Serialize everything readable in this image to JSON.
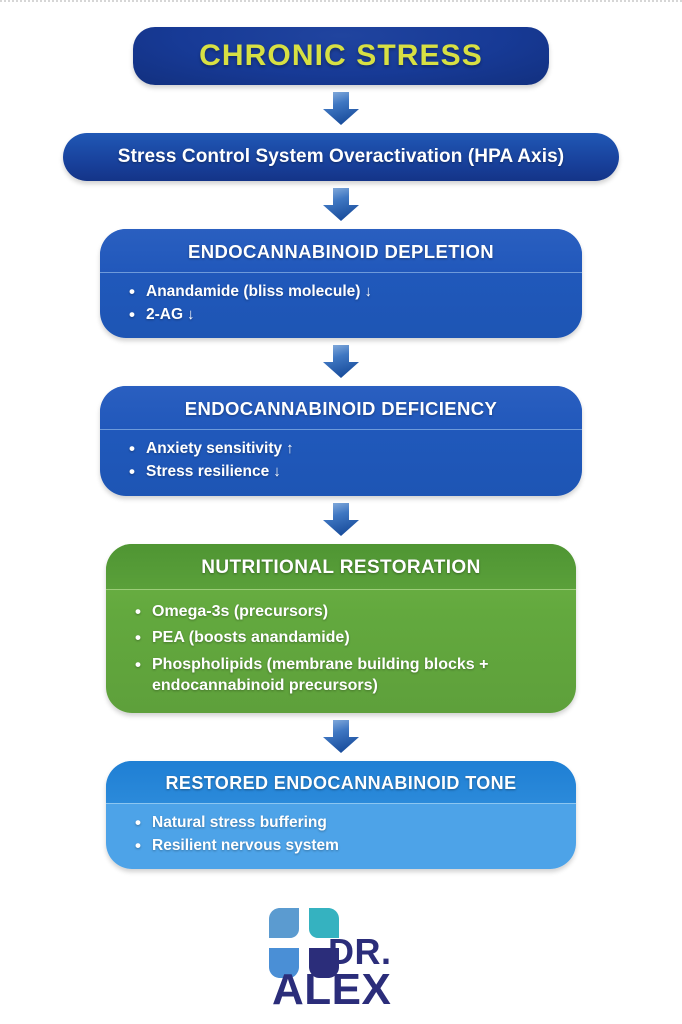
{
  "page": {
    "background_color": "#ffffff",
    "accent_navy": "#173a96",
    "accent_blue": "#2059bc",
    "accent_green": "#63a93e",
    "accent_lightblue": "#4da3e8",
    "accent_yellow_green": "#d7e043",
    "logo_navy": "#2b2d7a"
  },
  "flow": {
    "chronic_stress": {
      "title": "CHRONIC STRESS"
    },
    "hpa": {
      "title": "Stress Control System Overactivation (HPA Axis)"
    },
    "depletion": {
      "header": "ENDOCANNABINOID DEPLETION",
      "items": [
        {
          "text": "Anandamide (bliss molecule)",
          "trend": "↓"
        },
        {
          "text": "2-AG",
          "trend": "↓"
        }
      ]
    },
    "deficiency": {
      "header": "ENDOCANNABINOID DEFICIENCY",
      "items": [
        {
          "text": "Anxiety sensitivity",
          "trend": "↑"
        },
        {
          "text": "Stress resilience",
          "trend": "↓"
        }
      ]
    },
    "nutritional": {
      "header": "NUTRITIONAL RESTORATION",
      "items": [
        {
          "text": "Omega-3s (precursors)",
          "trend": ""
        },
        {
          "text": "PEA (boosts anandamide)",
          "trend": ""
        },
        {
          "text": "Phospholipids (membrane building blocks + endocannabinoid precursors)",
          "trend": ""
        }
      ]
    },
    "restored": {
      "header": "RESTORED ENDOCANNABINOID TONE",
      "items": [
        {
          "text": "Natural stress buffering",
          "trend": ""
        },
        {
          "text": "Resilient nervous system",
          "trend": ""
        }
      ]
    }
  },
  "logo": {
    "line1": "DR.",
    "line2": "ALEX",
    "petal_colors": [
      "#5b9bd0",
      "#35b2c0",
      "#4a8fd6",
      "#2b2d7a"
    ]
  }
}
